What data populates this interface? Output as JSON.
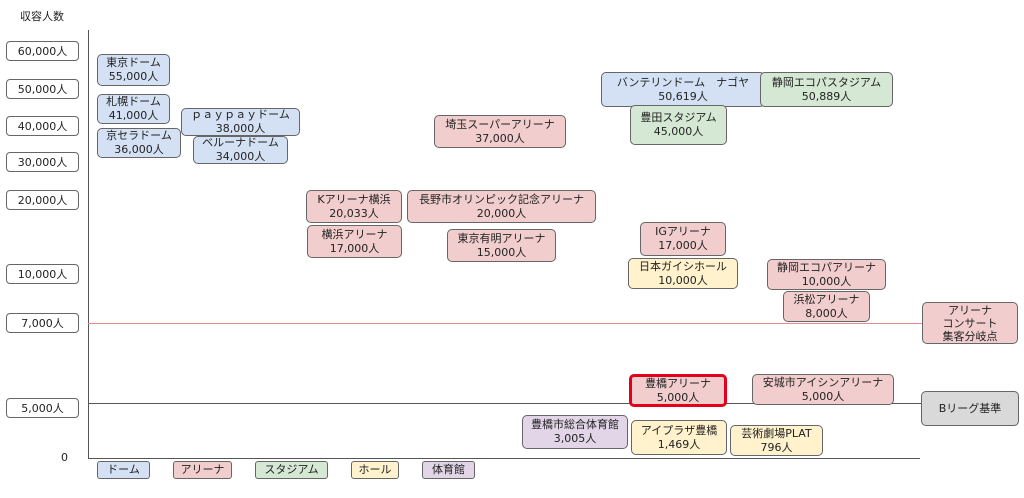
{
  "y_axis": {
    "title": "収容人数",
    "ticks": [
      "60,000人",
      "50,000人",
      "40,000人",
      "30,000人",
      "20,000人",
      "10,000人",
      "7,000人",
      "5,000人"
    ],
    "zero": "0"
  },
  "colors": {
    "dome": "#d4e1f5",
    "arena": "#f2cdcd",
    "stadium": "#d5e8d4",
    "hall": "#fff2cc",
    "gym": "#e1d5e7",
    "highlight_border": "#e3001b",
    "concert_line": "#e88a8a",
    "bleague_line": "#555555",
    "bleague_box": "#d9d9d9"
  },
  "legend": [
    {
      "label": "ドーム",
      "category": "dome"
    },
    {
      "label": "アリーナ",
      "category": "arena"
    },
    {
      "label": "スタジアム",
      "category": "stadium"
    },
    {
      "label": "ホール",
      "category": "hall"
    },
    {
      "label": "体育館",
      "category": "gym"
    }
  ],
  "venues": [
    {
      "name": "東京ドーム",
      "capacity": "55,000人",
      "category": "dome"
    },
    {
      "name": "札幌ドーム",
      "capacity": "41,000人",
      "category": "dome"
    },
    {
      "name": "京セラドーム",
      "capacity": "36,000人",
      "category": "dome"
    },
    {
      "name": "ｐａｙｐａｙドーム",
      "capacity": "38,000人",
      "category": "dome"
    },
    {
      "name": "ベルーナドーム",
      "capacity": "34,000人",
      "category": "dome"
    },
    {
      "name": "埼玉スーパーアリーナ",
      "capacity": "37,000人",
      "category": "arena"
    },
    {
      "name": "Kアリーナ横浜",
      "capacity": "20,033人",
      "category": "arena"
    },
    {
      "name": "横浜アリーナ",
      "capacity": "17,000人",
      "category": "arena"
    },
    {
      "name": "長野市オリンピック記念アリーナ",
      "capacity": "20,000人",
      "category": "arena"
    },
    {
      "name": "東京有明アリーナ",
      "capacity": "15,000人",
      "category": "arena"
    },
    {
      "name": "バンテリンドーム　ナゴヤ",
      "capacity": "50,619人",
      "category": "dome"
    },
    {
      "name": "静岡エコパスタジアム",
      "capacity": "50,889人",
      "category": "stadium"
    },
    {
      "name": "豊田スタジアム",
      "capacity": "45,000人",
      "category": "stadium"
    },
    {
      "name": "IGアリーナ",
      "capacity": "17,000人",
      "category": "arena"
    },
    {
      "name": "日本ガイシホール",
      "capacity": "10,000人",
      "category": "hall"
    },
    {
      "name": "静岡エコパアリーナ",
      "capacity": "10,000人",
      "category": "arena"
    },
    {
      "name": "浜松アリーナ",
      "capacity": "8,000人",
      "category": "arena"
    },
    {
      "name": "豊橋アリーナ",
      "capacity": "5,000人",
      "category": "arena",
      "highlight": true
    },
    {
      "name": "安城市アイシンアリーナ",
      "capacity": "5,000人",
      "category": "arena"
    },
    {
      "name": "豊橋市総合体育館",
      "capacity": "3,005人",
      "category": "gym"
    },
    {
      "name": "アイプラザ豊橋",
      "capacity": "1,469人",
      "category": "hall"
    },
    {
      "name": "芸術劇場PLAT",
      "capacity": "796人",
      "category": "hall"
    }
  ],
  "reference_lines": {
    "concert": {
      "value": 7000,
      "label_lines": [
        "アリーナ",
        "コンサート",
        "集客分岐点"
      ]
    },
    "bleague": {
      "value": 5000,
      "label": "Bリーグ基準"
    }
  }
}
